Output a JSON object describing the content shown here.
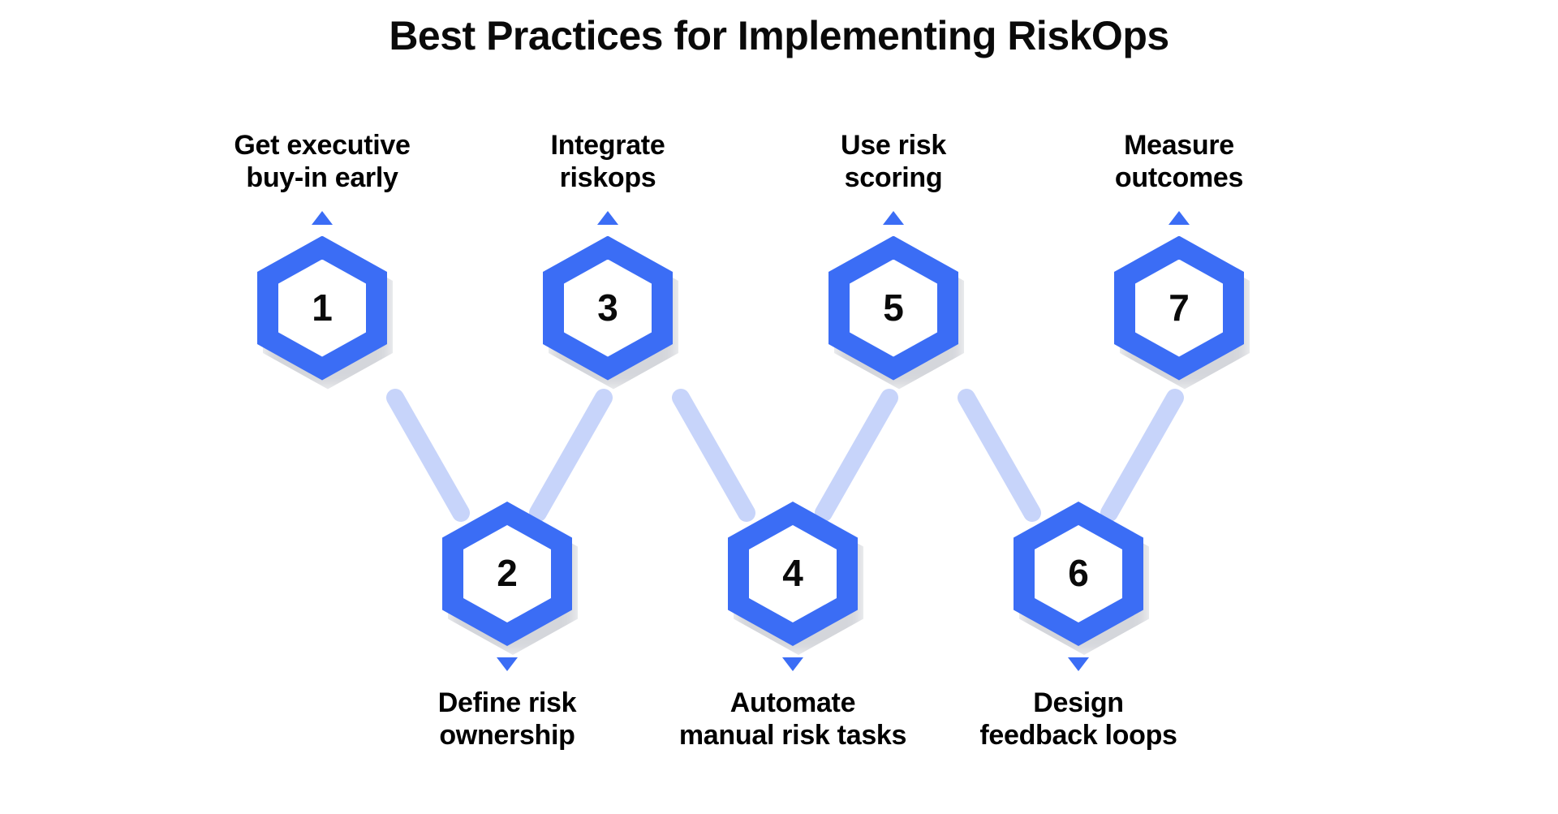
{
  "title": "Best Practices for Implementing RiskOps",
  "theme": {
    "background": "#ffffff",
    "hex_ring": "#3B6DF5",
    "hex_fill": "#ffffff",
    "connector": "#C7D4FA",
    "marker": "#3B6DF5",
    "text": "#000000"
  },
  "diagram": {
    "type": "zigzag-step-hexagons",
    "step_count": 7,
    "steps": [
      {
        "number": "1",
        "line1": "Get executive",
        "line2": "buy-in early",
        "position": "top",
        "marker": "triangle-up"
      },
      {
        "number": "2",
        "line1": "Define risk",
        "line2": "ownership",
        "position": "bottom",
        "marker": "triangle-down"
      },
      {
        "number": "3",
        "line1": "Integrate",
        "line2": "riskops",
        "position": "top",
        "marker": "triangle-up"
      },
      {
        "number": "4",
        "line1": "Automate",
        "line2": "manual risk tasks",
        "position": "bottom",
        "marker": "triangle-down"
      },
      {
        "number": "5",
        "line1": "Use risk",
        "line2": "scoring",
        "position": "top",
        "marker": "triangle-up"
      },
      {
        "number": "6",
        "line1": "Design",
        "line2": "feedback loops",
        "position": "bottom",
        "marker": "triangle-down"
      },
      {
        "number": "7",
        "line1": "Measure",
        "line2": "outcomes",
        "position": "top",
        "marker": "triangle-up"
      }
    ],
    "connections": [
      {
        "from": "1",
        "to": "2"
      },
      {
        "from": "2",
        "to": "3"
      },
      {
        "from": "3",
        "to": "4"
      },
      {
        "from": "4",
        "to": "5"
      },
      {
        "from": "5",
        "to": "6"
      },
      {
        "from": "6",
        "to": "7"
      }
    ]
  }
}
